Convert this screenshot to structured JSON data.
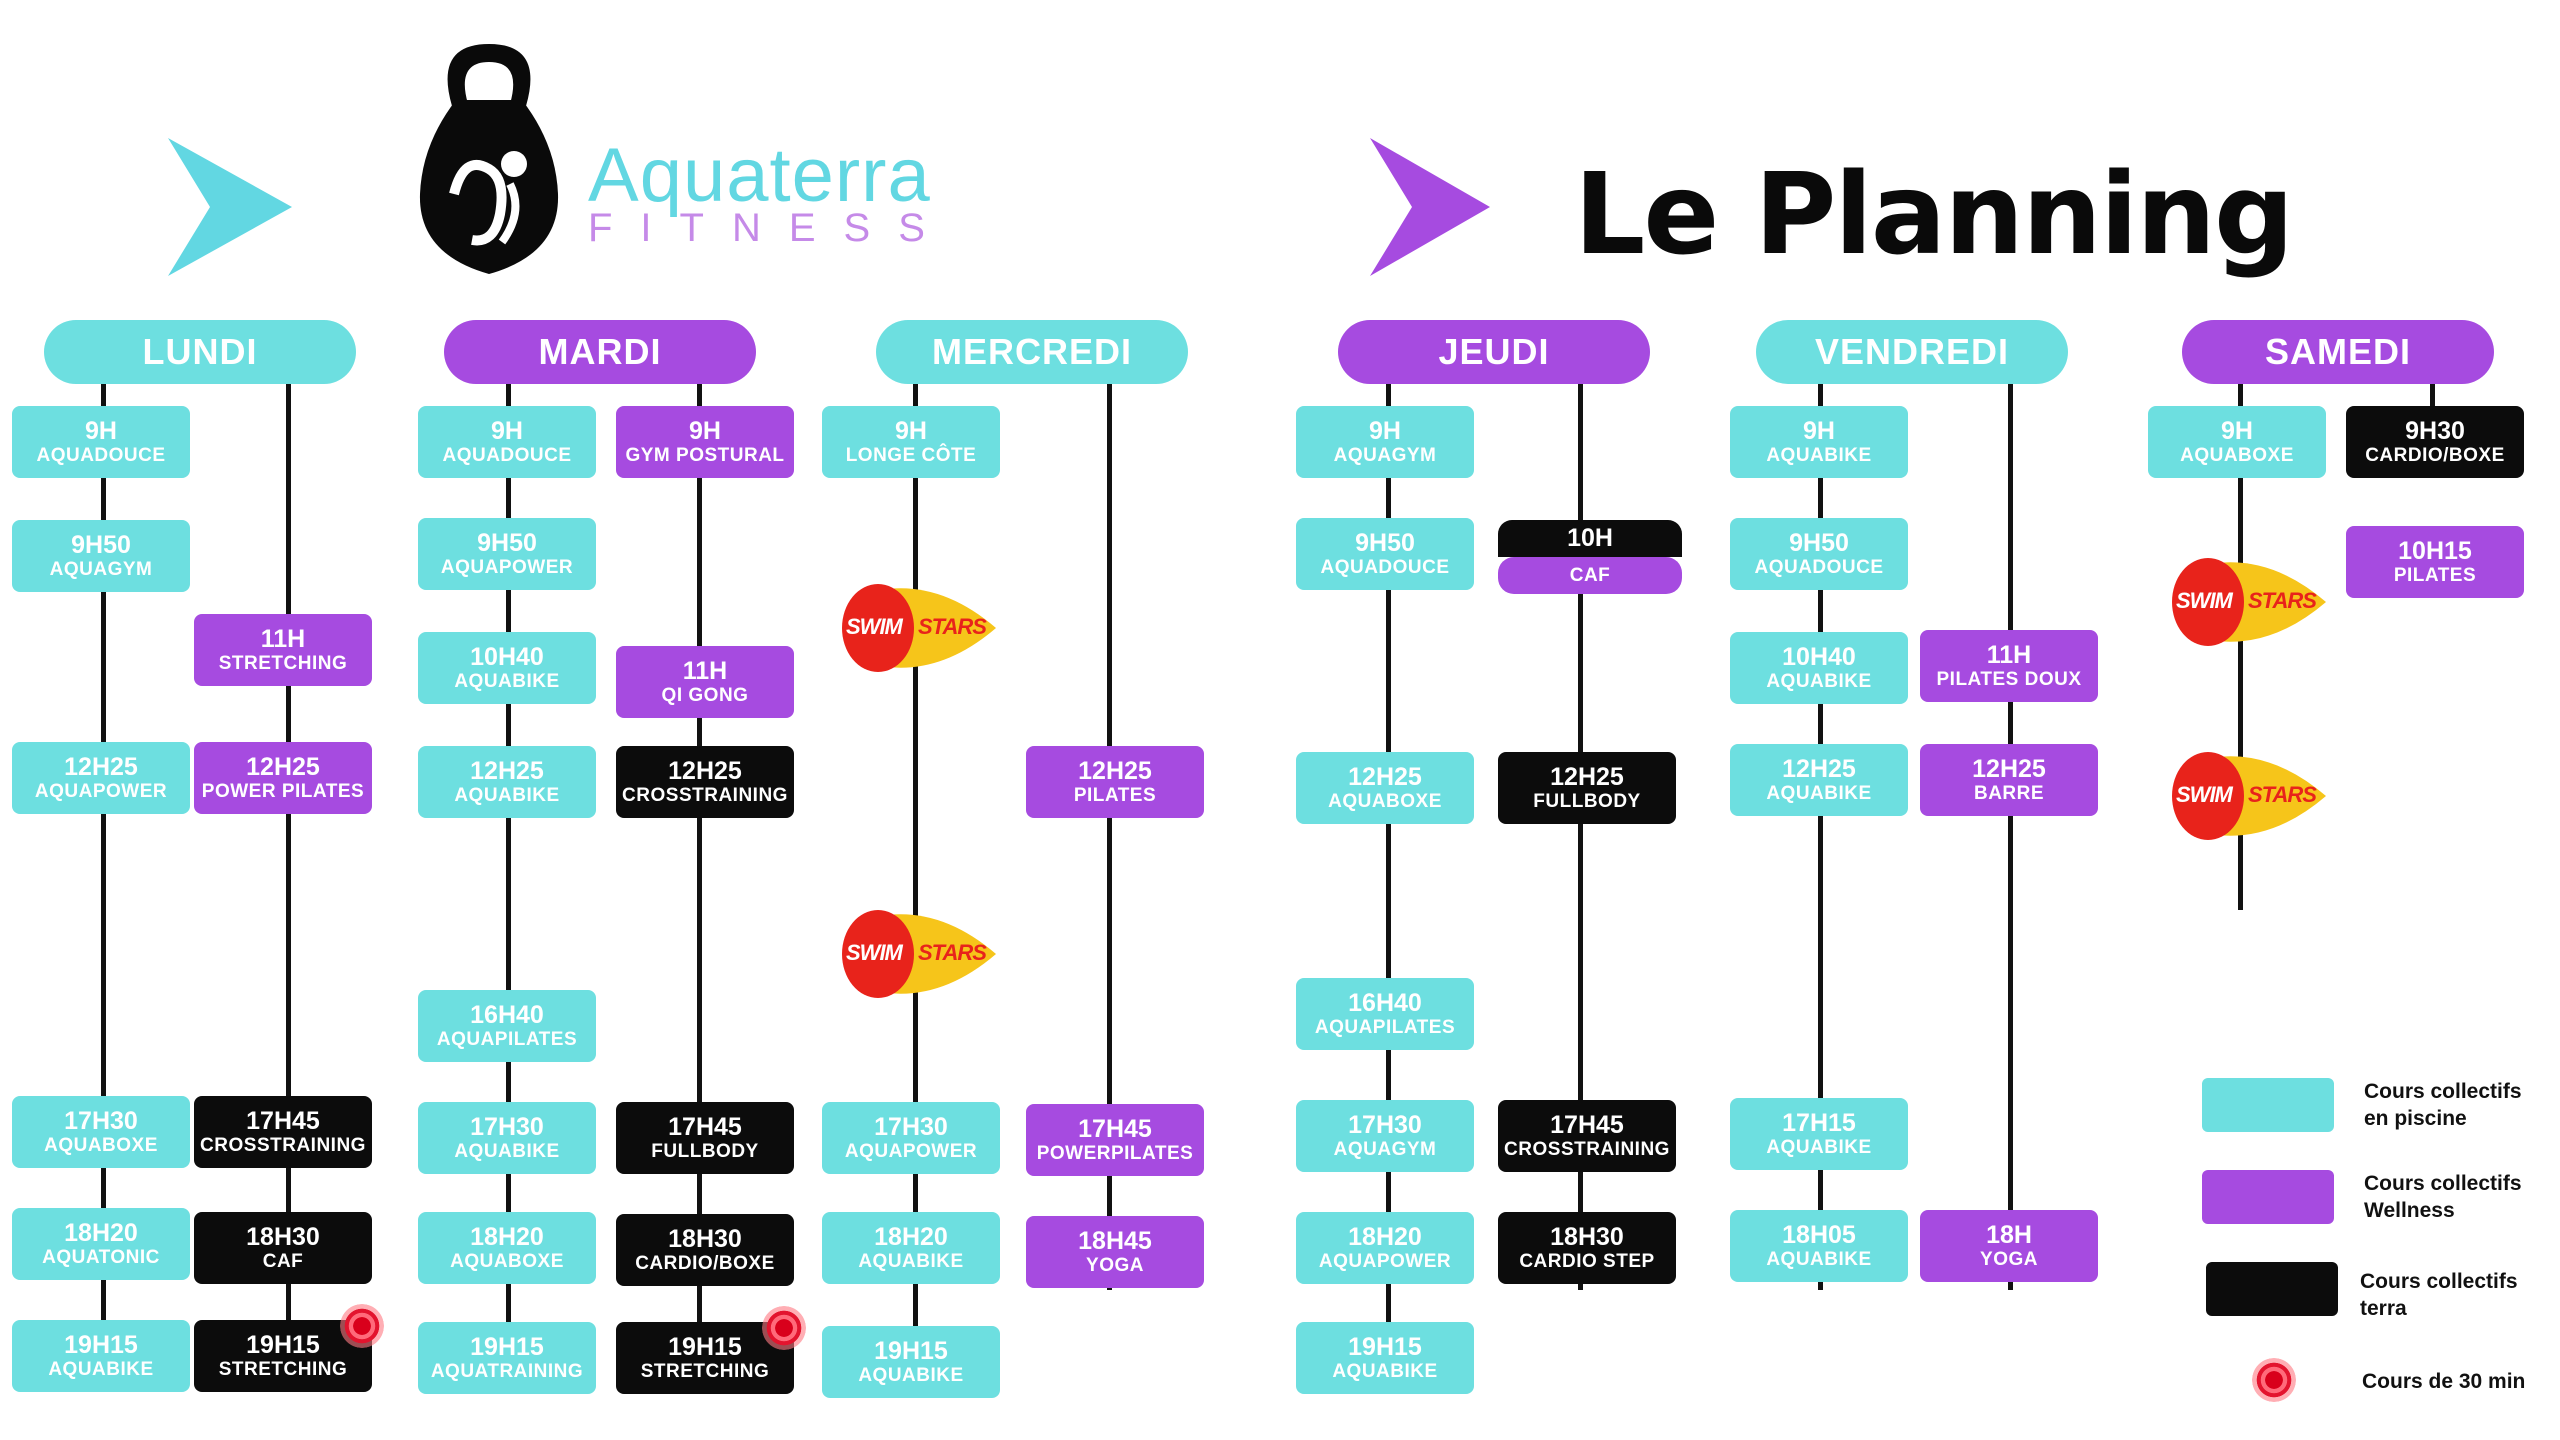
{
  "header": {
    "brand_name": "Aquaterra",
    "brand_sub": "FITNESS",
    "title": "Le Planning",
    "colors": {
      "cyan": "#6ddfe0",
      "purple": "#a64be0",
      "black": "#0c0c0c"
    }
  },
  "badge": {
    "left": "SWIM",
    "right": "STARS"
  },
  "days": [
    {
      "name": "LUNDI",
      "pool": [
        {
          "time": "9H",
          "name": "AQUADOUCE"
        },
        {
          "time": "9H50",
          "name": "AQUAGYM"
        },
        {
          "time": "12H25",
          "name": "AQUAPOWER"
        },
        {
          "time": "17H30",
          "name": "AQUABOXE"
        },
        {
          "time": "18H20",
          "name": "AQUATONIC"
        },
        {
          "time": "19H15",
          "name": "AQUABIKE"
        }
      ],
      "other": [
        {
          "time": "11H",
          "name": "STRETCHING"
        },
        {
          "time": "12H25",
          "name": "POWER PILATES"
        },
        {
          "time": "17H45",
          "name": "CROSSTRAINING"
        },
        {
          "time": "18H30",
          "name": "CAF"
        },
        {
          "time": "19H15",
          "name": "STRETCHING"
        }
      ]
    },
    {
      "name": "MARDI",
      "pool": [
        {
          "time": "9H",
          "name": "AQUADOUCE"
        },
        {
          "time": "9H50",
          "name": "AQUAPOWER"
        },
        {
          "time": "10H40",
          "name": "AQUABIKE"
        },
        {
          "time": "12H25",
          "name": "AQUABIKE"
        },
        {
          "time": "16H40",
          "name": "AQUAPILATES"
        },
        {
          "time": "17H30",
          "name": "AQUABIKE"
        },
        {
          "time": "18H20",
          "name": "AQUABOXE"
        },
        {
          "time": "19H15",
          "name": "AQUATRAINING"
        }
      ],
      "other": [
        {
          "time": "9H",
          "name": "GYM POSTURAL"
        },
        {
          "time": "11H",
          "name": "QI GONG"
        },
        {
          "time": "12H25",
          "name": "CROSSTRAINING"
        },
        {
          "time": "17H45",
          "name": "FULLBODY"
        },
        {
          "time": "18H30",
          "name": "CARDIO/BOXE"
        },
        {
          "time": "19H15",
          "name": "STRETCHING"
        }
      ]
    },
    {
      "name": "MERCREDI",
      "pool": [
        {
          "time": "9H",
          "name": "LONGE CÔTE"
        },
        {
          "time": "17H30",
          "name": "AQUAPOWER"
        },
        {
          "time": "18H20",
          "name": "AQUABIKE"
        },
        {
          "time": "19H15",
          "name": "AQUABIKE"
        }
      ],
      "other": [
        {
          "time": "12H25",
          "name": "PILATES"
        },
        {
          "time": "17H45",
          "name": "POWERPILATES"
        },
        {
          "time": "18H45",
          "name": "YOGA"
        }
      ]
    },
    {
      "name": "JEUDI",
      "pool": [
        {
          "time": "9H",
          "name": "AQUAGYM"
        },
        {
          "time": "9H50",
          "name": "AQUADOUCE"
        },
        {
          "time": "12H25",
          "name": "AQUABOXE"
        },
        {
          "time": "16H40",
          "name": "AQUAPILATES"
        },
        {
          "time": "17H30",
          "name": "AQUAGYM"
        },
        {
          "time": "18H20",
          "name": "AQUAPOWER"
        },
        {
          "time": "19H15",
          "name": "AQUABIKE"
        }
      ],
      "other": [
        {
          "time": "10H",
          "name": "CAF"
        },
        {
          "time": "12H25",
          "name": "FULLBODY"
        },
        {
          "time": "17H45",
          "name": "CROSSTRAINING"
        },
        {
          "time": "18H30",
          "name": "CARDIO STEP"
        }
      ]
    },
    {
      "name": "VENDREDI",
      "pool": [
        {
          "time": "9H",
          "name": "AQUABIKE"
        },
        {
          "time": "9H50",
          "name": "AQUADOUCE"
        },
        {
          "time": "10H40",
          "name": "AQUABIKE"
        },
        {
          "time": "12H25",
          "name": "AQUABIKE"
        },
        {
          "time": "17H15",
          "name": "AQUABIKE"
        },
        {
          "time": "18H05",
          "name": "AQUABIKE"
        }
      ],
      "other": [
        {
          "time": "11H",
          "name": "PILATES DOUX"
        },
        {
          "time": "12H25",
          "name": "BARRE"
        },
        {
          "time": "18H",
          "name": "YOGA"
        }
      ]
    },
    {
      "name": "SAMEDI",
      "pool": [
        {
          "time": "9H",
          "name": "AQUABOXE"
        }
      ],
      "other": [
        {
          "time": "9H30",
          "name": "CARDIO/BOXE"
        },
        {
          "time": "10H15",
          "name": "PILATES"
        }
      ]
    }
  ],
  "legend": [
    {
      "label": "Cours collectifs en piscine"
    },
    {
      "label": "Cours collectifs Wellness"
    },
    {
      "label": "Cours collectifs terra"
    },
    {
      "label": "Cours de 30 min"
    }
  ]
}
